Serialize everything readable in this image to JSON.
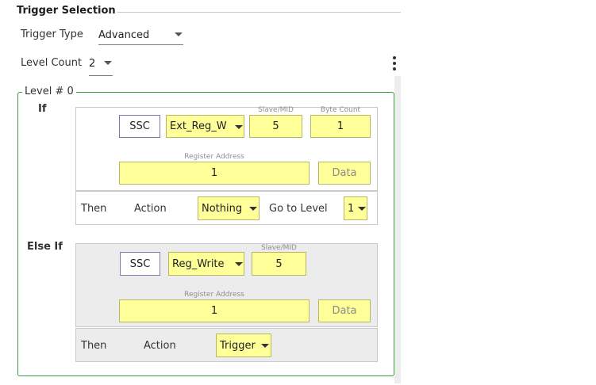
{
  "section": {
    "title": "Trigger Selection"
  },
  "trigger_type": {
    "label": "Trigger Type",
    "value": "Advanced"
  },
  "level_count": {
    "label": "Level Count",
    "value": "2"
  },
  "level": {
    "legend": "Level # 0",
    "if_block": {
      "label": "If",
      "ssc": "SSC",
      "command": "Ext_Reg_W",
      "slave_mid_label": "Slave/MID",
      "slave_mid": "5",
      "byte_count_label": "Byte Count",
      "byte_count": "1",
      "register_address_label": "Register Address",
      "register_address": "1",
      "data_button": "Data",
      "then": {
        "label": "Then",
        "action_label": "Action",
        "action": "Nothing",
        "go_to_level_label": "Go to Level",
        "go_to_level": "1"
      }
    },
    "else_if_block": {
      "label": "Else If",
      "ssc": "SSC",
      "command": "Reg_Write",
      "slave_mid_label": "Slave/MID",
      "slave_mid": "5",
      "register_address_label": "Register Address",
      "register_address": "1",
      "data_button": "Data",
      "then": {
        "label": "Then",
        "action_label": "Action",
        "action": "Trigger"
      }
    }
  },
  "icons": {
    "dropdown": "chevron-down-icon",
    "more": "more-vertical-icon"
  },
  "colors": {
    "field_fill": "#ffff99",
    "group_border": "#3c9c3c",
    "ssc_border": "#7b7bb0"
  }
}
